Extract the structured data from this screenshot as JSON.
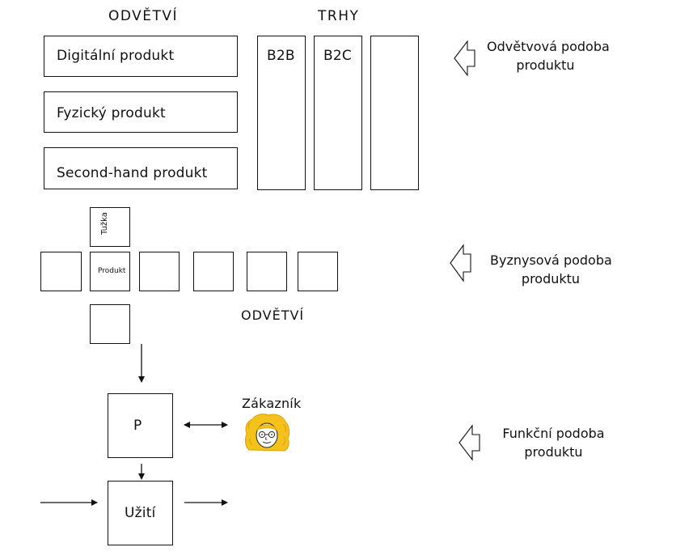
{
  "top": {
    "odvetvi_heading": "ODVĚTVÍ",
    "trhy_heading": "TRHY",
    "industries": [
      "Digitální produkt",
      "Fyzický produkt",
      "Second-hand produkt"
    ],
    "markets": [
      "B2B",
      "B2C",
      ""
    ]
  },
  "middle": {
    "top_cell": "Tužka",
    "center_cell": "Produkt",
    "odvetvi_label": "ODVĚTVÍ"
  },
  "bottom": {
    "p_label": "P",
    "customer_label": "Zákazník",
    "usage_label": "Užití"
  },
  "side_labels": {
    "industry_form": [
      "Odvětvová podoba",
      "produktu"
    ],
    "business_form": [
      "Byznysová podoba",
      "produktu"
    ],
    "functional_form": [
      "Funkční podoba",
      "produktu"
    ]
  }
}
